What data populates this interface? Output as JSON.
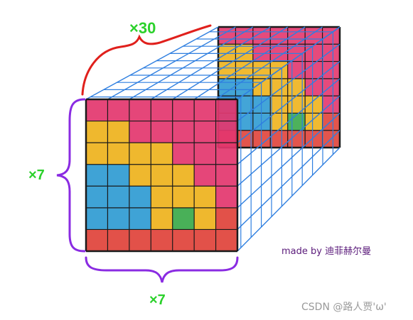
{
  "labels": {
    "depth": "×30",
    "height": "×7",
    "width": "×7",
    "credit_prefix": "made by",
    "credit_name": "迪菲赫尔曼",
    "watermark": "CSDN @路人贾'ω'"
  },
  "colors": {
    "grid_line": "#1a1a1a",
    "depth_line": "#2f7fe0",
    "depth_brace": "#e0201c",
    "dimension_brace": "#8a2be2",
    "label_green": "#2bd12b",
    "credit_text": "#5a1a7a",
    "watermark_text": "#9a9a9a",
    "cell_red": "#e0423a",
    "cell_pink": "#e3366e",
    "cell_yellow": "#eeb21c",
    "cell_blue": "#2f9bd3",
    "cell_green": "#3aa94a"
  },
  "front_grid": [
    [
      "pink",
      "pink",
      "pink",
      "pink",
      "pink",
      "pink",
      "pink"
    ],
    [
      "yellow",
      "yellow",
      "pink",
      "pink",
      "pink",
      "pink",
      "pink"
    ],
    [
      "yellow",
      "yellow",
      "yellow",
      "yellow",
      "pink",
      "pink",
      "pink"
    ],
    [
      "blue",
      "blue",
      "yellow",
      "yellow",
      "yellow",
      "pink",
      "pink"
    ],
    [
      "blue",
      "blue",
      "blue",
      "yellow",
      "yellow",
      "yellow",
      "pink"
    ],
    [
      "blue",
      "blue",
      "blue",
      "yellow",
      "green",
      "yellow",
      "red"
    ],
    [
      "red",
      "red",
      "red",
      "red",
      "red",
      "red",
      "red"
    ]
  ],
  "back_grid": [
    [
      "pink",
      "pink",
      "pink",
      "pink",
      "pink",
      "pink",
      "pink"
    ],
    [
      "yellow",
      "yellow",
      "pink",
      "pink",
      "pink",
      "pink",
      "pink"
    ],
    [
      "yellow",
      "yellow",
      "yellow",
      "yellow",
      "pink",
      "pink",
      "pink"
    ],
    [
      "blue",
      "blue",
      "yellow",
      "yellow",
      "yellow",
      "pink",
      "pink"
    ],
    [
      "blue",
      "blue",
      "blue",
      "yellow",
      "yellow",
      "yellow",
      "pink"
    ],
    [
      "blue",
      "blue",
      "blue",
      "yellow",
      "green",
      "yellow",
      "red"
    ],
    [
      "red",
      "red",
      "red",
      "red",
      "red",
      "red",
      "red"
    ]
  ]
}
